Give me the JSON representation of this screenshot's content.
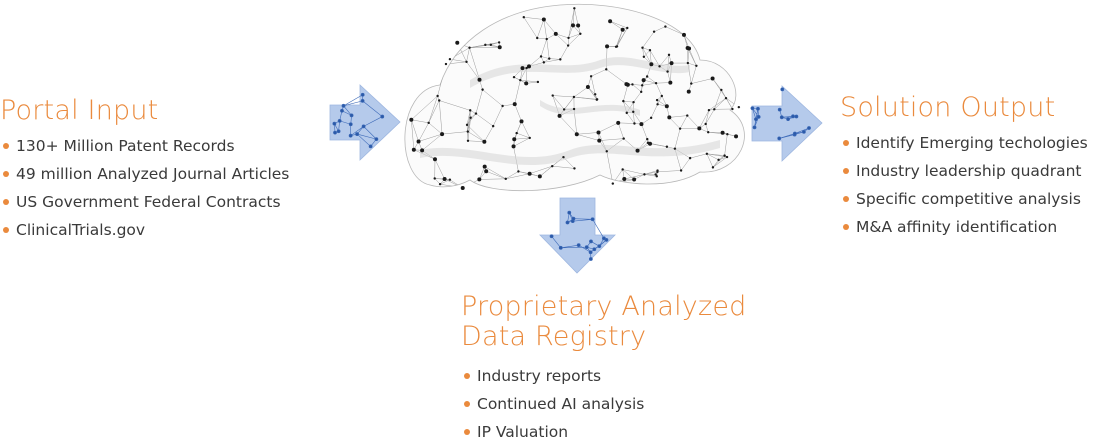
{
  "portal_input": {
    "title": "Portal Input",
    "items": [
      "130+ Million Patent Records",
      "49 million Analyzed Journal Articles",
      "US Government Federal Contracts",
      "ClinicalTrials.gov"
    ]
  },
  "solution_output": {
    "title": "Solution Output",
    "items": [
      "Identify Emerging techologies",
      "Industry leadership quadrant",
      "Specific competitive analysis",
      "M&A affinity identification"
    ]
  },
  "data_registry": {
    "title_line1": "Proprietary Analyzed",
    "title_line2": "Data Registry",
    "items": [
      "Industry reports",
      "Continued AI analysis",
      "IP Valuation"
    ]
  },
  "colors": {
    "accent": "#ea8a3d",
    "arrow_fill": "#7aa0dc",
    "network": "#1a1a1a"
  },
  "icons": [
    "network-cloud-icon",
    "arrow-right-icon",
    "arrow-down-icon"
  ]
}
